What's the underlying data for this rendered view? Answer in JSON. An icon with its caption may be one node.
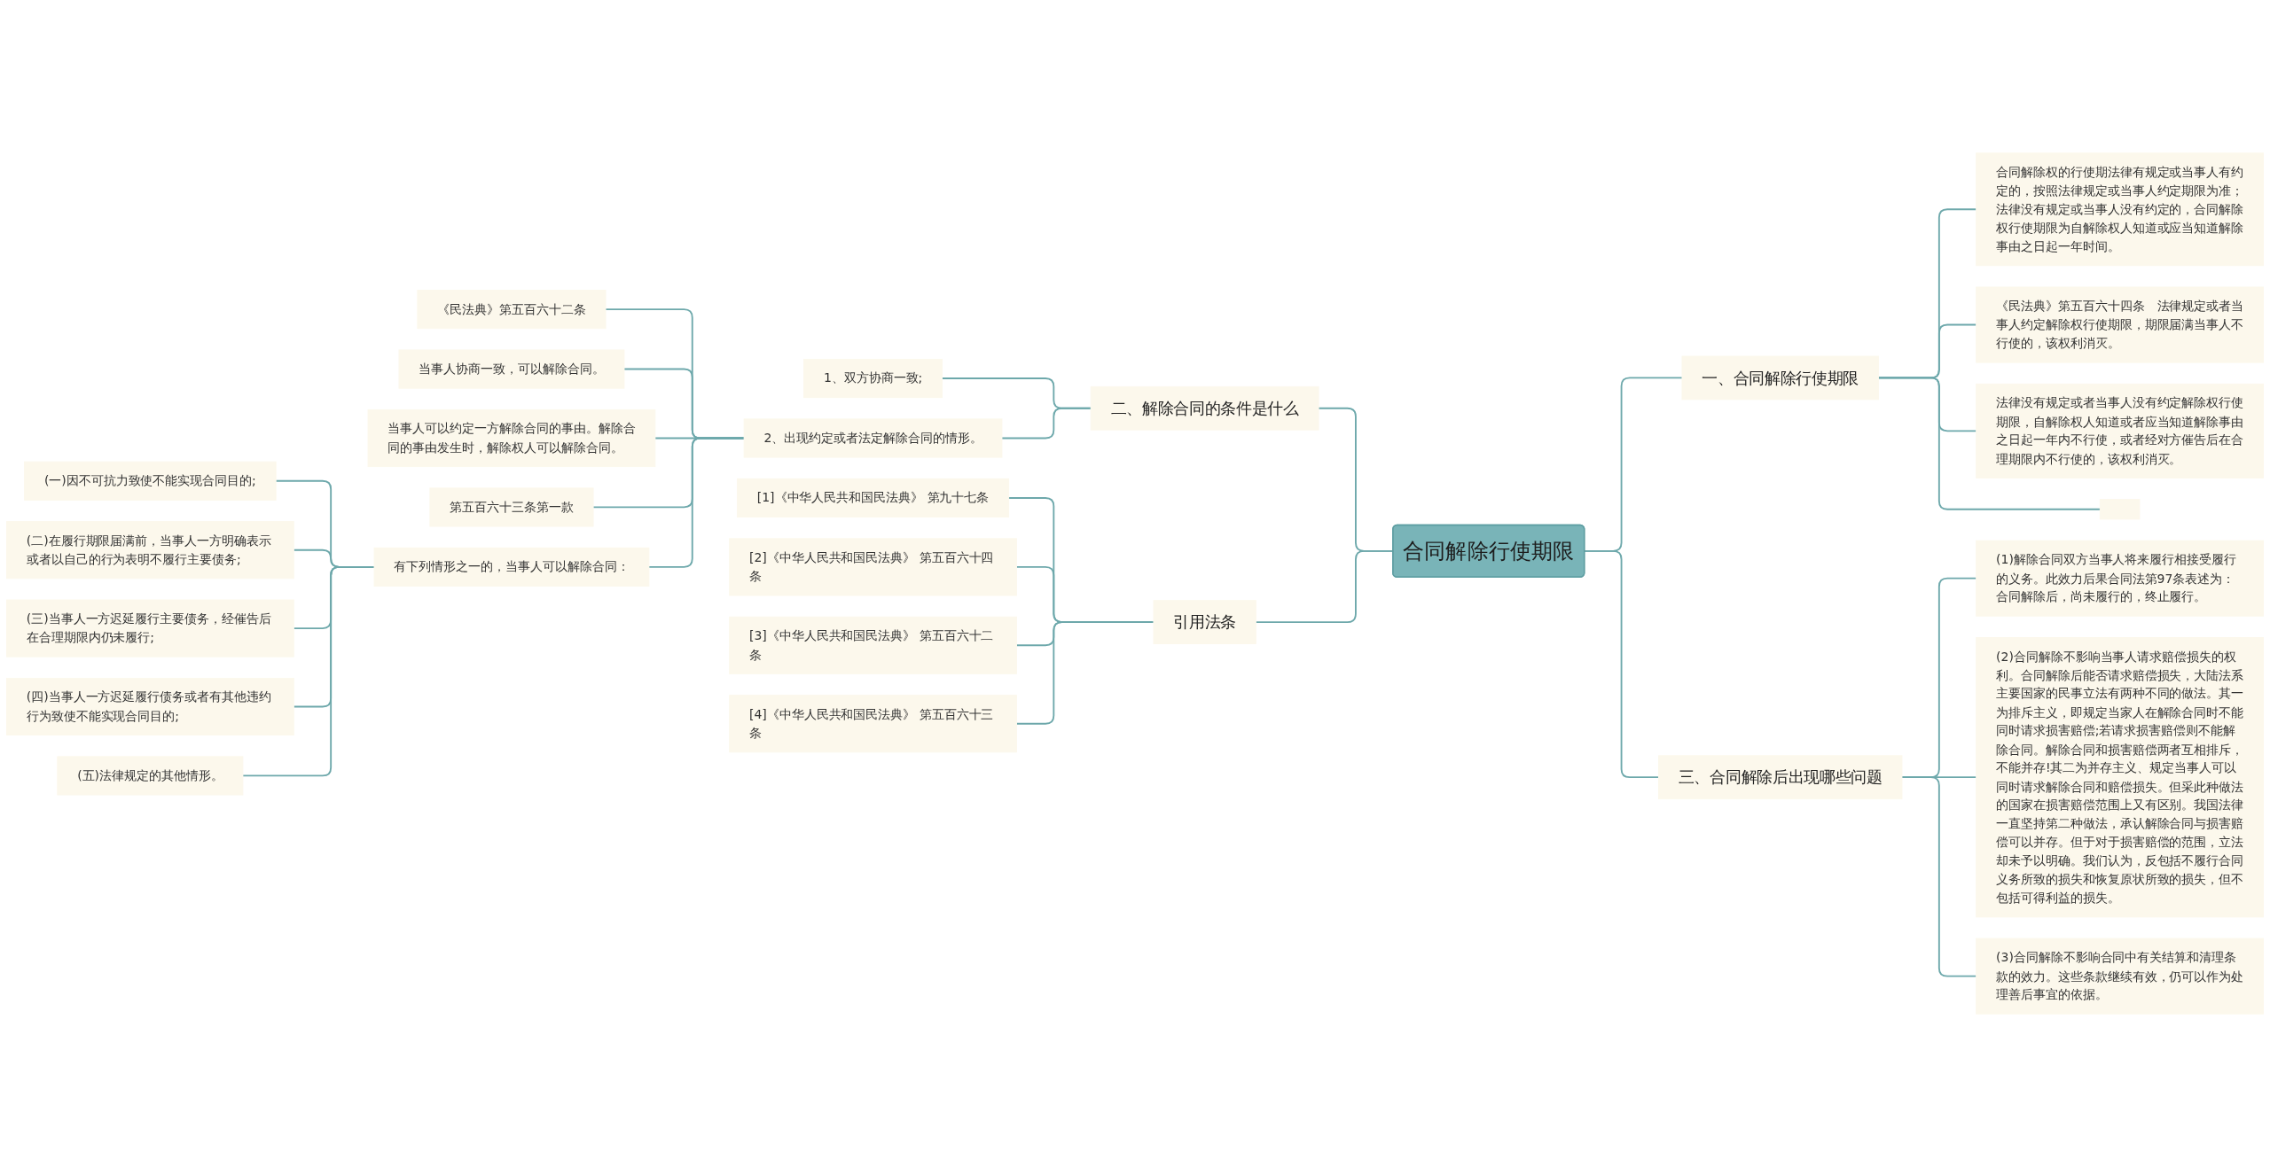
{
  "diagram": {
    "nodes": [
      {
        "text": [
          "合同解除行使期限"
        ]
      },
      {
        "text": [
          "一、合同解除行使期限"
        ]
      },
      {
        "text": [
          "合同解除权的行使期法律有规定或当事人有约定的，按照法律规定或当事人约定期限为准；法律没有规定或当事人没有约定的，合同解除权行使期限为自解除权人知道或应当知道解除事由之日起一年时间。"
        ]
      },
      {
        "text": [
          "《民法典》第五百六十四条　法律规定或者当事人约定解除权行使期限，期限届满当事人不行使的，该权利消灭。"
        ]
      },
      {
        "text": [
          "法律没有规定或者当事人没有约定解除权行使期限，自解除权人知道或者应当知道解除事由之日起一年内不行使，或者经对方催告后在合理期限内不行使的，该权利消灭。"
        ]
      },
      {
        "text": [],
        "shape": "box"
      },
      {
        "text": [
          "三、合同解除后出现哪些问题"
        ]
      },
      {
        "text": [
          "(1)解除合同双方当事人将来履行相接受履行的义务。此效力后果合同法第97条表述为：合同解除后，尚未履行的，终止履行。"
        ]
      },
      {
        "text": [
          "(2)合同解除不影响当事人请求赔偿损失的权利。合同解除后能否请求赔偿损失，大陆法系主要国家的民事立法有两种不同的做法。其一为排斥主义，即规定当家人在解除合同时不能同时请求损害赔偿;若请求损害赔偿则不能解除合同。解除合同和损害赔偿两者互相排斥，不能并存!其二为并存主义、规定当事人可以同时请求解除合同和赔偿损失。但采此种做法的国家在损害赔偿范围上又有区别。我国法律一直坚持第二种做法，承认解除合同与损害赔偿可以并存。但于对于损害赔偿的范围，立法却未予以明确。我们认为，反包括不履行合同义务所致的损失和恢复原状所致的损失，但不包括可得利益的损失。"
        ]
      },
      {
        "text": [
          "(3)合同解除不影响合同中有关结算和清理条款的效力。这些条款继续有效，仍可以作为处理善后事宜的依据。"
        ]
      },
      {
        "text": [
          "二、解除合同的条件是什么"
        ]
      },
      {
        "text": [
          "1、双方协商一致;"
        ]
      },
      {
        "text": [
          "2、出现约定或者法定解除合同的情形。"
        ]
      },
      {
        "text": [
          "《民法典》第五百六十二条"
        ]
      },
      {
        "text": [
          "当事人协商一致，可以解除合同。"
        ]
      },
      {
        "text": [
          "当事人可以约定一方解除合同的事由。解除合同的事由发生时，解除权人可以解除合同。"
        ]
      },
      {
        "text": [
          "第五百六十三条第一款"
        ]
      },
      {
        "text": [
          "有下列情形之一的，当事人可以解除合同："
        ]
      },
      {
        "text": [
          "(一)因不可抗力致使不能实现合同目的;"
        ]
      },
      {
        "text": [
          "(二)在履行期限届满前，当事人一方明确表示或者以自己的行为表明不履行主要债务;"
        ]
      },
      {
        "text": [
          "(三)当事人一方迟延履行主要债务，经催告后在合理期限内仍未履行;"
        ]
      },
      {
        "text": [
          "(四)当事人一方迟延履行债务或者有其他违约行为致使不能实现合同目的;"
        ]
      },
      {
        "text": [
          "(五)法律规定的其他情形。"
        ]
      },
      {
        "text": [
          "引用法条"
        ]
      },
      {
        "text": [
          "[1]《中华人民共和国民法典》 第九十七条"
        ]
      },
      {
        "text": [
          "[2]《中华人民共和国民法典》 第五百六十四条"
        ]
      },
      {
        "text": [
          "[3]《中华人民共和国民法典》 第五百六十二条"
        ]
      },
      {
        "text": [
          "[4]《中华人民共和国民法典》 第五百六十三条"
        ]
      }
    ],
    "edges": [
      {
        "from": 0,
        "to": 1,
        "arrow": "none"
      },
      {
        "from": 1,
        "to": 2,
        "arrow": "none"
      },
      {
        "from": 1,
        "to": 3,
        "arrow": "none"
      },
      {
        "from": 1,
        "to": 4,
        "arrow": "none"
      },
      {
        "from": 1,
        "to": 5,
        "arrow": "none"
      },
      {
        "from": 0,
        "to": 6,
        "arrow": "none"
      },
      {
        "from": 6,
        "to": 7,
        "arrow": "none"
      },
      {
        "from": 6,
        "to": 8,
        "arrow": "none"
      },
      {
        "from": 6,
        "to": 9,
        "arrow": "none"
      },
      {
        "from": 10,
        "to": 0,
        "arrow": "none"
      },
      {
        "from": 11,
        "to": 10,
        "arrow": "none"
      },
      {
        "from": 12,
        "to": 10,
        "arrow": "none"
      },
      {
        "from": 13,
        "to": 12,
        "arrow": "none"
      },
      {
        "from": 14,
        "to": 12,
        "arrow": "none"
      },
      {
        "from": 15,
        "to": 12,
        "arrow": "none"
      },
      {
        "from": 16,
        "to": 12,
        "arrow": "none"
      },
      {
        "from": 17,
        "to": 12,
        "arrow": "none"
      },
      {
        "from": 18,
        "to": 17,
        "arrow": "none"
      },
      {
        "from": 19,
        "to": 17,
        "arrow": "none"
      },
      {
        "from": 20,
        "to": 17,
        "arrow": "none"
      },
      {
        "from": 21,
        "to": 17,
        "arrow": "none"
      },
      {
        "from": 22,
        "to": 17,
        "arrow": "none"
      },
      {
        "from": 23,
        "to": 0,
        "arrow": "none"
      },
      {
        "from": 24,
        "to": 23,
        "arrow": "none"
      },
      {
        "from": 25,
        "to": 23,
        "arrow": "none"
      },
      {
        "from": 26,
        "to": 23,
        "arrow": "none"
      },
      {
        "from": 27,
        "to": 23,
        "arrow": "none"
      }
    ]
  }
}
